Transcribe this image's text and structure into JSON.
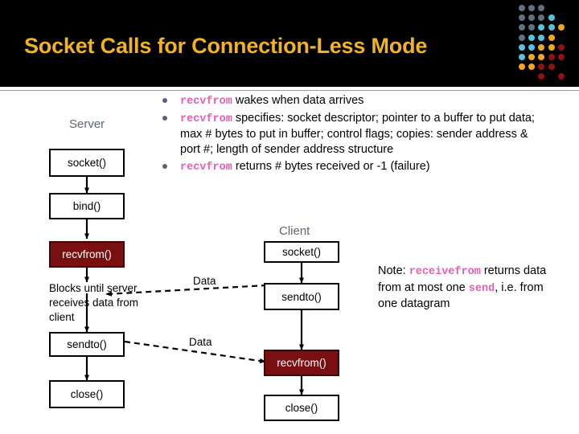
{
  "title": {
    "text": "Socket Calls for Connection-Less Mode",
    "color": "#f0b323",
    "banner_color": "#000000"
  },
  "decoration": {
    "name": "dot-grid-motif",
    "colors": [
      "#5f7283",
      "#57c2dd",
      "#f0a81e",
      "#8f1215"
    ]
  },
  "bullets": [
    {
      "code": "recvfrom",
      "rest": " wakes when data arrives"
    },
    {
      "code": "recvfrom",
      "rest": " specifies: socket descriptor; pointer to a buffer to put data; max # bytes to put in buffer; control flags; copies:  sender address & port #; length of sender address structure"
    },
    {
      "code": "recvfrom",
      "rest": " returns # bytes received or -1 (failure)"
    }
  ],
  "diagram": {
    "server": {
      "label": "Server",
      "nodes": [
        {
          "label": "socket()",
          "highlight": false
        },
        {
          "label": "bind()",
          "highlight": false
        },
        {
          "label": "recvfrom()",
          "highlight": true
        },
        {
          "label": "sendto()",
          "highlight": false
        },
        {
          "label": "close()",
          "highlight": false
        }
      ],
      "annotation": "Blocks until server receives data from client"
    },
    "client": {
      "label": "Client",
      "nodes": [
        {
          "label": "socket()",
          "highlight": false
        },
        {
          "label": "sendto()",
          "highlight": false
        },
        {
          "label": "recvfrom()",
          "highlight": true
        },
        {
          "label": "close()",
          "highlight": false
        }
      ]
    },
    "edges": [
      {
        "label": "Data",
        "direction": "client-to-server"
      },
      {
        "label": "Data",
        "direction": "server-to-client"
      }
    ],
    "highlight_color": "#7a0f12"
  },
  "note": {
    "prefix": "Note: ",
    "code1": "receivefrom",
    "mid": " returns data from at most one ",
    "code2": "send",
    "suffix": ", i.e. from one datagram"
  }
}
